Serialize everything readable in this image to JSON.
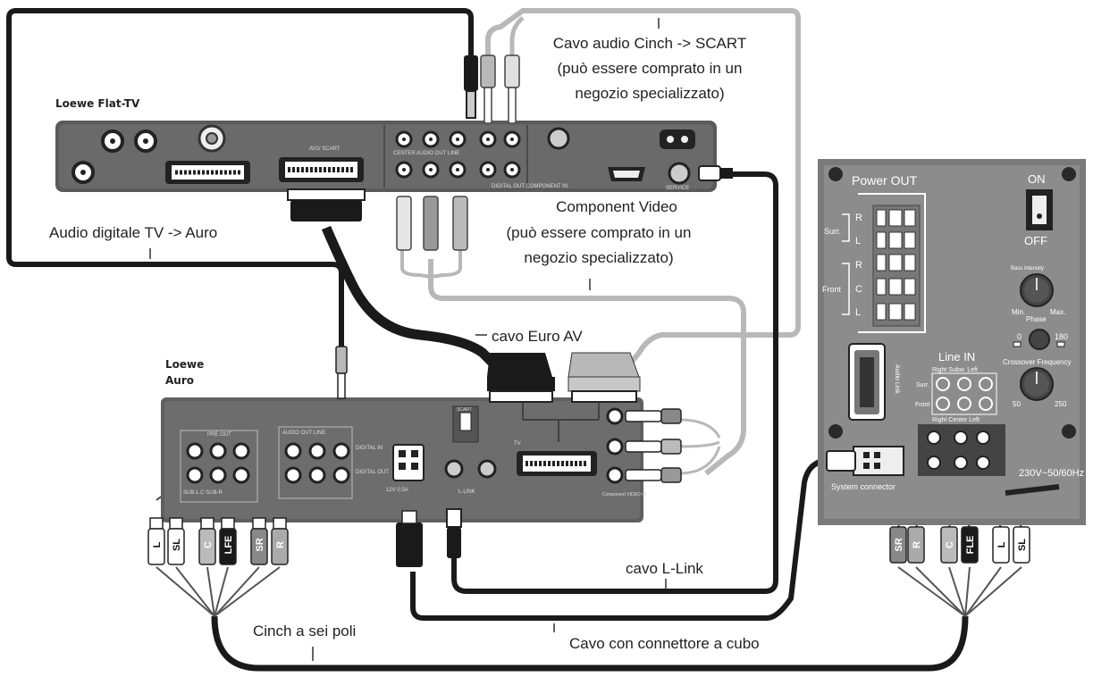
{
  "devices": {
    "tv": {
      "title": "Loewe Flat-TV",
      "av_scart_label": "AV2/ SCART",
      "cinch_label": "CENTER   AUDIO OUT   LINE",
      "bottom_label": "DIGITAL OUT COMPONENT IN",
      "service_label": "SERVICE"
    },
    "auro": {
      "title_1": "Loewe",
      "title_2": "Auro",
      "preout_label": "PRE OUT",
      "sub_label": "SUB-L  C  SUB-R",
      "audio_label": "AUDIO OUT LINE",
      "digital_in": "DIGITAL IN",
      "digital_out": "DIGITAL OUT",
      "power_label": "12V  0.5A",
      "llink_label": "L-LINK",
      "tv_label": "TV",
      "component_label": "Component VIDEO IN",
      "scart_switch": "SCART"
    },
    "subwoofer": {
      "power_out": "Power OUT",
      "on": "ON",
      "off": "OFF",
      "surr": "Surr.",
      "front": "Front",
      "r": "R",
      "l": "L",
      "c": "C",
      "bass_intensity": "Bass intensity",
      "min": "Min.",
      "max": "Max.",
      "phase": "Phase",
      "phase_0": "0",
      "phase_180": "180",
      "crossover": "Crossover Frequency",
      "freq_50": "50",
      "freq_250": "250",
      "line_in": "Line IN",
      "line_in_top": "Right Subw. Left",
      "line_in_bottom": "Right Center Left",
      "line_surr": "Surr.",
      "line_front": "Front",
      "audio_link": "Audio Link",
      "system_connector": "System connector",
      "mains": "230V~50/60Hz"
    }
  },
  "callouts": {
    "cinch_scart_1": "Cavo audio Cinch -> SCART",
    "cinch_scart_2": "(può essere comprato in un",
    "cinch_scart_3": "negozio specializzato)",
    "component_1": "Component Video",
    "component_2": "(può essere comprato in un",
    "component_3": "negozio specializzato)",
    "digital_audio": "Audio digitale TV -> Auro",
    "euro_av": "cavo Euro AV",
    "llink": "cavo L-Link",
    "six_pole": "Cinch a sei poli",
    "cube": "Cavo con connettore a cubo"
  },
  "plugs": {
    "left": [
      "L",
      "SL",
      "C",
      "LFE",
      "SR",
      "R"
    ],
    "right": [
      "SR",
      "R",
      "C",
      "FLE",
      "L",
      "SL"
    ]
  },
  "colors": {
    "cable_dark": "#1a1a1a",
    "cable_light": "#b8b8b8",
    "panel_dark": "#555555",
    "panel_sub": "#7a7a7a"
  }
}
